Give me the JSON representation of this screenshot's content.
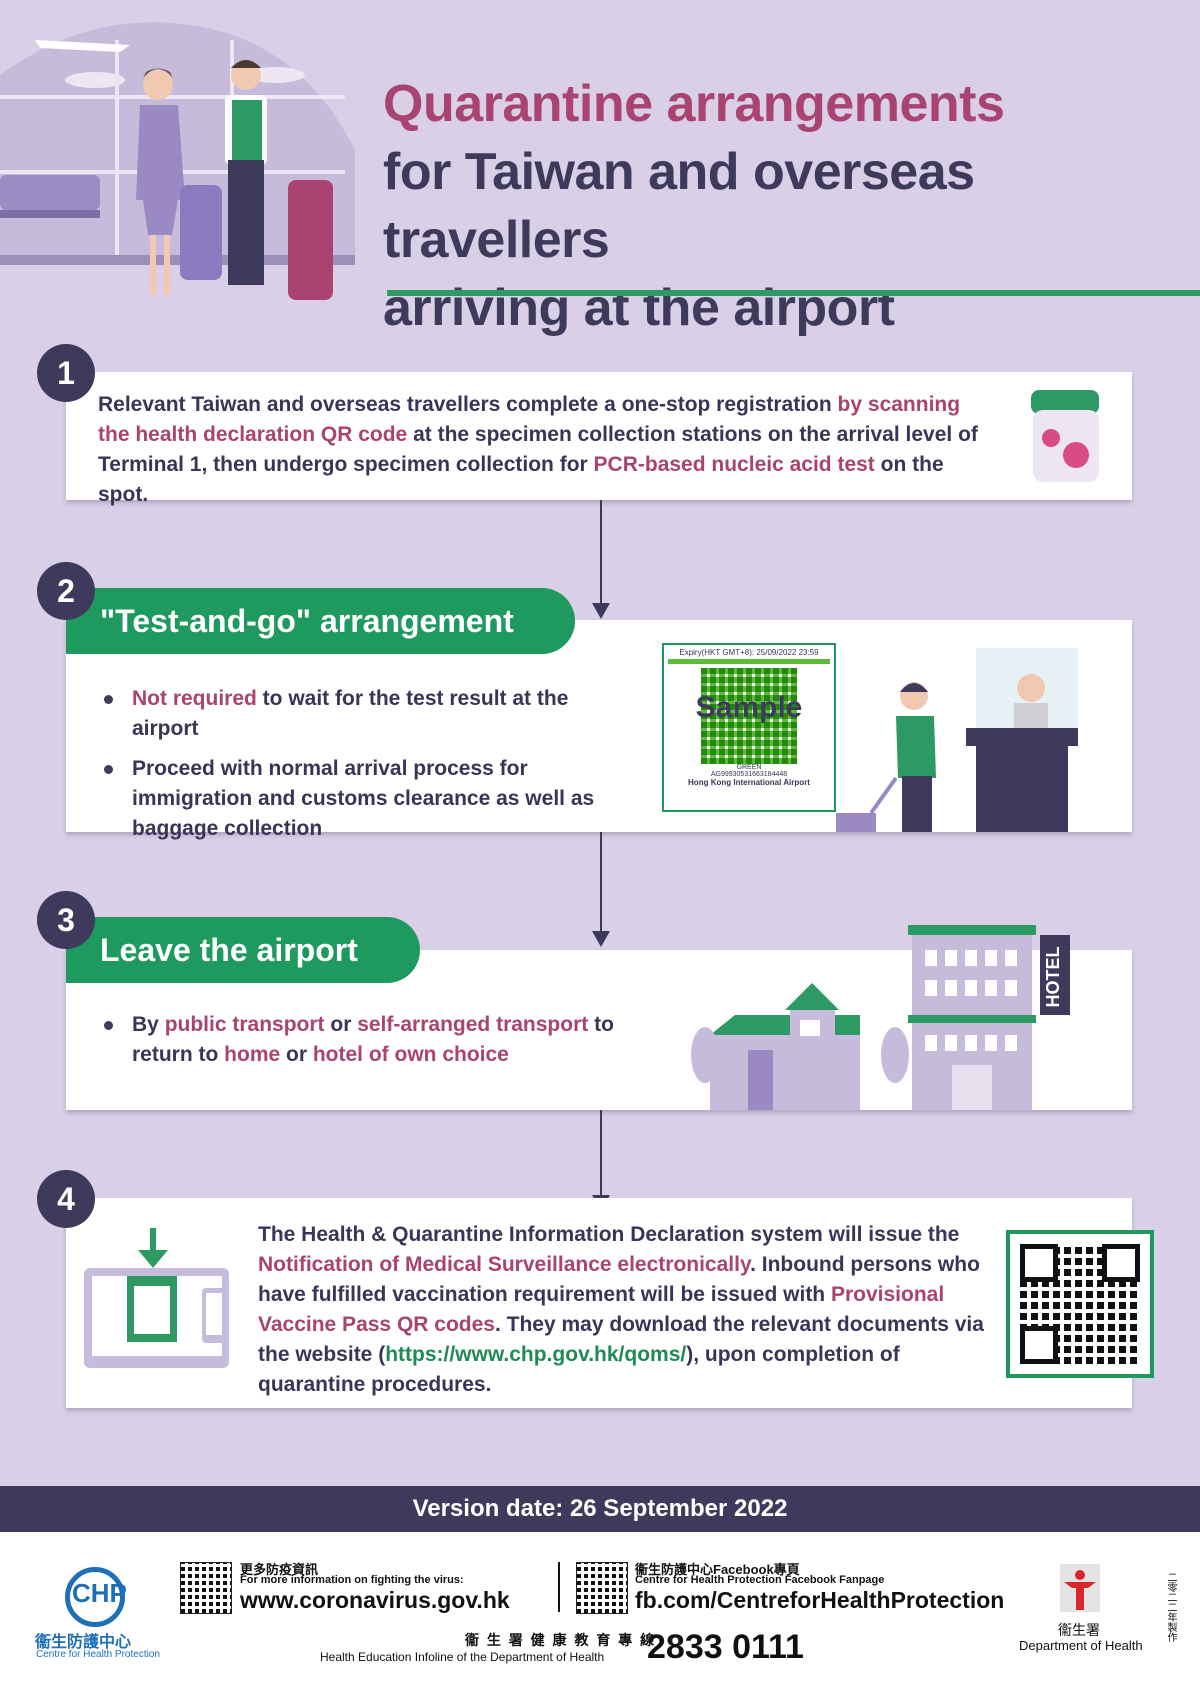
{
  "header": {
    "title_line1": "Quarantine arrangements",
    "title_line2": "for Taiwan and overseas travellers",
    "title_line3": "arriving at the airport"
  },
  "steps": {
    "s1": {
      "number": "1",
      "text_a": "Relevant Taiwan and overseas travellers complete a one-stop registration ",
      "text_b": "by scanning the health declaration QR code",
      "text_c": " at the specimen collection stations on the arrival level of Terminal 1, then undergo specimen collection for ",
      "text_d": "PCR-based",
      "text_e": " nucleic acid test",
      "text_f": " on the spot."
    },
    "s2": {
      "number": "2",
      "heading": "\"Test-and-go\" arrangement",
      "b1_hl": "Not required",
      "b1_rest": " to wait for the test result at the airport",
      "b2": "Proceed with normal arrival process for immigration and customs clearance as well as baggage collection",
      "sample": {
        "expiry": "Expiry(HKT GMT+8): 25/09/2022 23:59",
        "stamp": "Sample",
        "status": "GREEN",
        "code": "AG99930531663184448",
        "airport": "Hong Kong International Airport"
      }
    },
    "s3": {
      "number": "3",
      "heading": "Leave the airport",
      "t1": "By ",
      "t2": "public transport",
      "t3": " or ",
      "t4": "self-arranged transport",
      "t5": " to return to ",
      "t6": "home",
      "t7": " or ",
      "t8": "hotel of own choice",
      "hotel_sign": "HOTEL"
    },
    "s4": {
      "number": "4",
      "t1": "The Health & Quarantine Information Declaration system will issue the ",
      "t2": "Notification of Medical Surveillance electronically",
      "t3": ". Inbound persons who have fulfilled vaccination requirement will be issued with ",
      "t4": "Provisional Vaccine Pass QR codes",
      "t5": ". They may download the relevant documents via the website (",
      "t6": "https://www.chp.gov.hk/qoms/",
      "t7": "), upon completion of quarantine procedures."
    }
  },
  "version": "Version date: 26 September 2022",
  "footer": {
    "chp_cn": "衞生防護中心",
    "chp_en": "Centre for Health Protection",
    "chp_logo": "CHP",
    "info_cn": "更多防疫資訊",
    "info_en": "For more information on fighting the virus:",
    "info_url": "www.coronavirus.gov.hk",
    "fb_cn": "衞生防護中心Facebook專頁",
    "fb_en": "Centre for Health Protection Facebook Fanpage",
    "fb_url": "fb.com/CentreforHealthProtection",
    "hotline_cn": "衞 生 署 健 康 教 育 專 線",
    "hotline_en": "Health Education Infoline of the Department of Health",
    "hotline_num": "2833 0111",
    "doh_cn": "衞生署",
    "doh_en": "Department of Health",
    "side_note": "二零二二年製作"
  }
}
